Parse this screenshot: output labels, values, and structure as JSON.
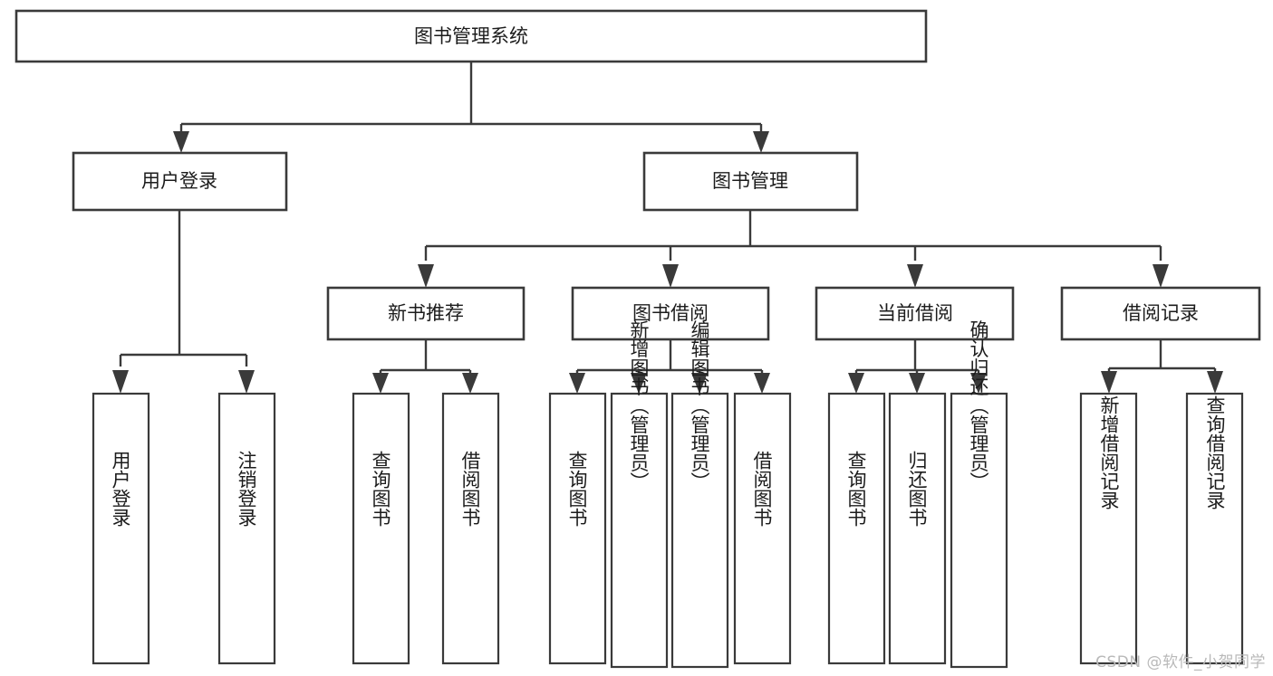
{
  "diagram": {
    "type": "tree-hierarchy",
    "title": "图书管理系统",
    "watermark": "CSDN @软件_小贺同学",
    "colors": {
      "box_stroke": "#3a3a3a",
      "box_fill": "#ffffff",
      "connector": "#3a3a3a",
      "text": "#1c1c1c",
      "watermark": "#b9b9b9",
      "background": "#ffffff"
    },
    "root": {
      "label": "图书管理系统"
    },
    "level2": [
      {
        "label": "用户登录"
      },
      {
        "label": "图书管理"
      }
    ],
    "level3": [
      {
        "label": "新书推荐"
      },
      {
        "label": "图书借阅"
      },
      {
        "label": "当前借阅"
      },
      {
        "label": "借阅记录"
      }
    ],
    "leaves": {
      "user_login": [
        {
          "label": "用户登录"
        },
        {
          "label": "注销登录"
        }
      ],
      "new_book_recommend": [
        {
          "label": "查询图书"
        },
        {
          "label": "借阅图书"
        }
      ],
      "book_borrow": [
        {
          "label": "查询图书"
        },
        {
          "label": "新增图书（管理员）"
        },
        {
          "label": "编辑图书（管理员）"
        },
        {
          "label": "借阅图书"
        }
      ],
      "current_borrow": [
        {
          "label": "查询图书"
        },
        {
          "label": "归还图书"
        },
        {
          "label": "确认归还（管理员）"
        }
      ],
      "borrow_record": [
        {
          "label": "新增借阅记录"
        },
        {
          "label": "查询借阅记录"
        }
      ]
    }
  }
}
